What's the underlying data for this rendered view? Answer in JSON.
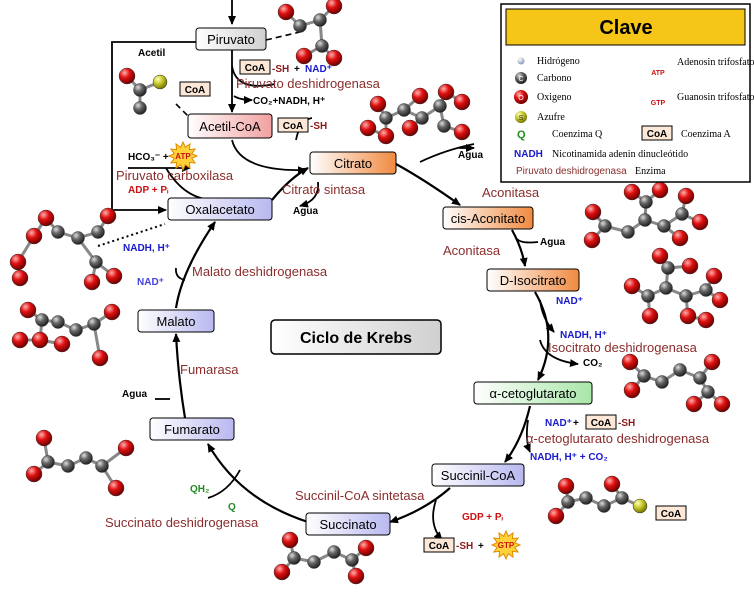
{
  "title": "Ciclo de Krebs",
  "legend": {
    "title": "Clave",
    "items": {
      "hydrogen": "Hidrógeno",
      "carbon": "Carbono",
      "oxygen": "Oxigeno",
      "sulfur": "Azufre",
      "coq": "Coenzima Q",
      "nadh": "Nicotinamida adenin dinucleótido",
      "enzyme": "Enzima",
      "enzyme_example": "Piruvato deshidrogenasa",
      "atp": "Adenosin trifosfato",
      "gtp": "Guanosin trifosfato",
      "coa": "Coenzima A"
    },
    "symbols": {
      "q": "Q",
      "nadh": "NADH",
      "atp": "ATP",
      "gtp": "GTP",
      "coa": "CoA",
      "c": "C",
      "o": "O",
      "s": "S"
    }
  },
  "nodes": {
    "piruvato": "Piruvato",
    "acetil_coa": "Acetil-CoA",
    "citrato": "Citrato",
    "cis_aconitato": "cis-Aconitato",
    "d_isocitrato": "D-Isocitrato",
    "alfa_ceto": "α-cetoglutarato",
    "succinil_coa": "Succinil-CoA",
    "succinato": "Succinato",
    "fumarato": "Fumarato",
    "malato": "Malato",
    "oxalacetato": "Oxalacetato"
  },
  "enzymes": {
    "piruvato_deshidrogenasa": "Piruvato deshidrogenasa",
    "piruvato_carboxilasa": "Piruvato carboxilasa",
    "citrato_sintasa": "Citrato sintasa",
    "aconitasa1": "Aconitasa",
    "aconitasa2": "Aconitasa",
    "isocitrato_deshidrogenasa": "Isocitrato deshidrogenasa",
    "alfa_ceto_deshidrogenasa": "α-cetoglutarato deshidrogenasa",
    "succinil_coa_sintetasa": "Succinil-CoA sintetasa",
    "succinato_deshidrogenasa": "Succinato deshidrogenasa",
    "fumarasa": "Fumarasa",
    "malato_deshidrogenasa": "Malato deshidrogenasa"
  },
  "cofactors": {
    "coa": "CoA",
    "sh": "-SH",
    "plus": "+",
    "nad": "NAD⁺",
    "nadh": "NADH, H⁺",
    "co2": "CO₂",
    "co2_nadh": "CO₂+NADH, H⁺",
    "nadh_co2": "NADH, H⁺ + CO₂",
    "hco3": "HCO₃⁻ +",
    "atp": "ATP",
    "adp": "ADP + Pᵢ",
    "gdp": "GDP + Pᵢ",
    "gtp": "GTP",
    "agua": "Agua",
    "qh2": "QH₂",
    "q": "Q",
    "acetil": "Acetil"
  },
  "colors": {
    "enzyme": "#8b2d2d",
    "nad": "#1a1acc",
    "coq": "#228b22",
    "legend_title_bg": "#f5c518",
    "oxygen": "#e01010",
    "carbon": "#555555",
    "sulfur": "#c8c832"
  }
}
